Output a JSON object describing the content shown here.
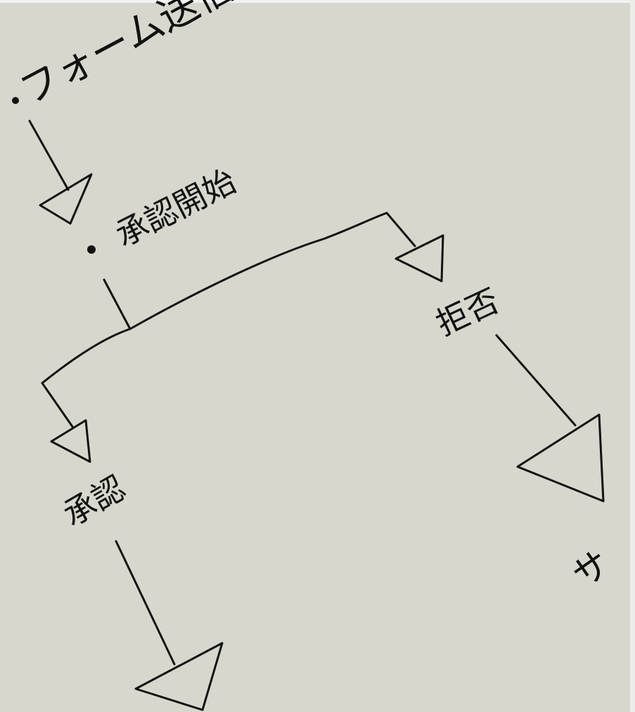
{
  "diagram": {
    "nodes": [
      {
        "id": "form-submit",
        "label": "フォーム送信"
      },
      {
        "id": "approval-start",
        "label": "承認開始"
      },
      {
        "id": "reject",
        "label": "拒否"
      },
      {
        "id": "approve",
        "label": "承認"
      },
      {
        "id": "cut-off",
        "label": "サ"
      }
    ],
    "edges": [
      {
        "from": "form-submit",
        "to": "approval-start"
      },
      {
        "from": "approval-start",
        "to": "approve"
      },
      {
        "from": "approval-start",
        "to": "reject"
      },
      {
        "from": "reject",
        "to": "cut-off"
      },
      {
        "from": "approve",
        "to": "next"
      }
    ],
    "colors": {
      "paper": "#d7d7cd",
      "ink": "#111111"
    }
  }
}
